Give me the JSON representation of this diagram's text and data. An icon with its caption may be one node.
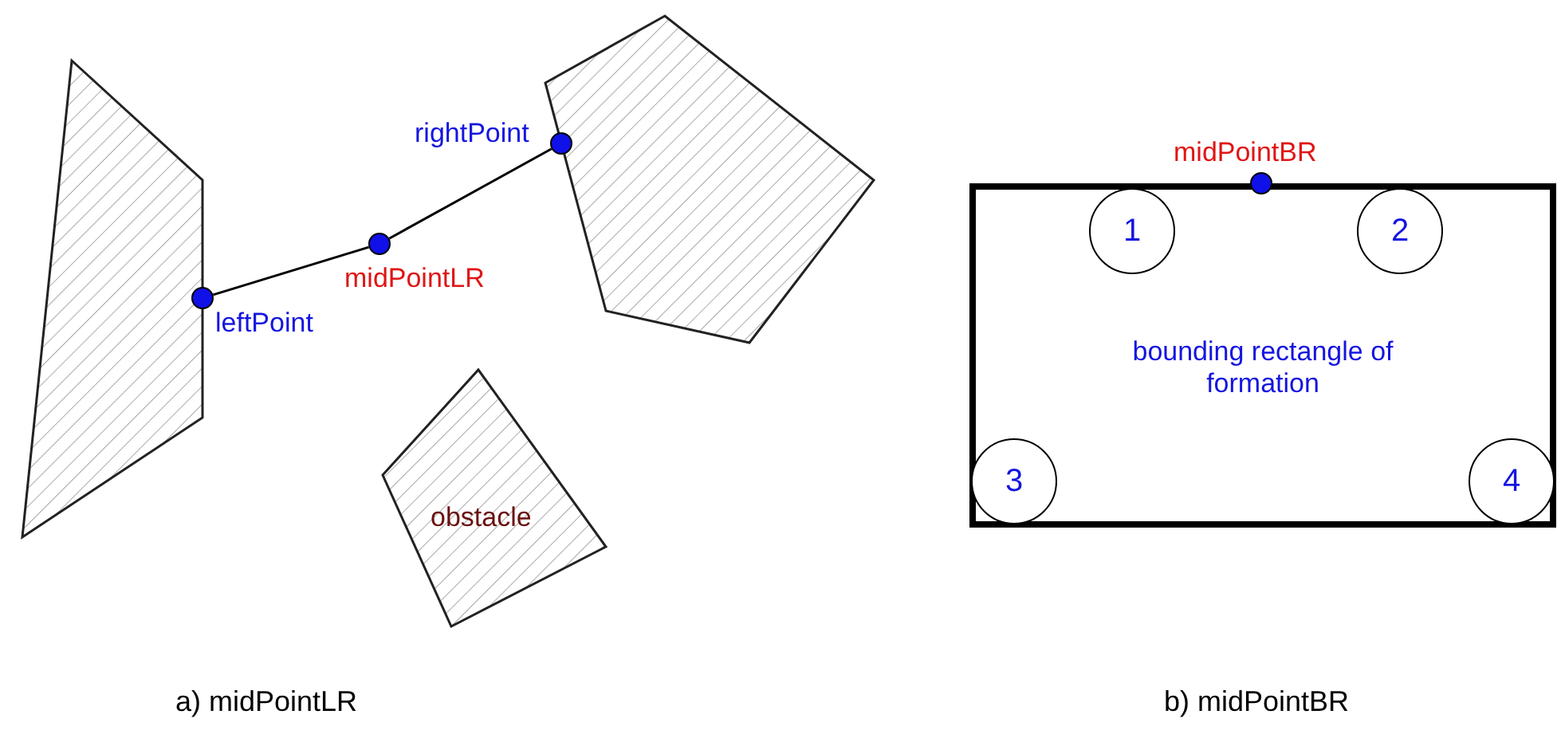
{
  "diagram": {
    "nodes": [
      {
        "text": [],
        "shape": "polygon"
      },
      {
        "text": [],
        "shape": "circle",
        "beside": [
          "leftPoint"
        ]
      },
      {
        "text": [],
        "shape": "circle",
        "beside": [
          "midPointLR"
        ]
      },
      {
        "text": [],
        "shape": "circle",
        "beside": [
          "rightPoint"
        ]
      },
      {
        "text": [],
        "shape": "polygon"
      },
      {
        "text": [
          "obstacle"
        ]
      },
      {
        "text": [
          "bounding rectangle of formation"
        ]
      },
      {
        "text": [],
        "shape": "circle",
        "beside": [
          "midPointBR"
        ]
      },
      {
        "text": [
          "1"
        ],
        "in": 6
      },
      {
        "text": [
          "2"
        ],
        "in": 6
      },
      {
        "text": [
          "3"
        ],
        "in": 6
      },
      {
        "text": [
          "4"
        ],
        "in": 6
      }
    ],
    "edges": [
      {
        "from": 1,
        "to": 2,
        "arrow": "none"
      },
      {
        "from": 2,
        "to": 3,
        "arrow": "none"
      }
    ],
    "labels": [
      "a) midPointLR",
      "b) midPointBR"
    ]
  }
}
